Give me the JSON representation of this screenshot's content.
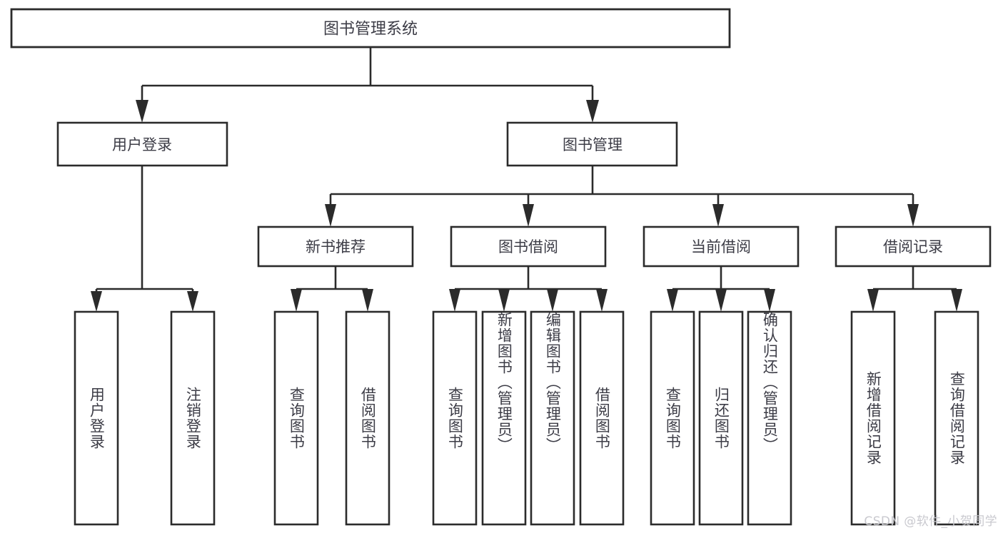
{
  "diagram": {
    "type": "tree",
    "title": "图书管理系统",
    "orientation": "top-down",
    "colors": {
      "box_stroke": "#2b2b2b",
      "box_fill": "#ffffff",
      "label_text": "#3c3c46",
      "background": "#ffffff",
      "watermark": "#c9c9cf"
    },
    "root": {
      "label": "图书管理系统",
      "id": "root-图书管理系统"
    },
    "level2": [
      {
        "id": "node-用户登录",
        "label": "用户登录"
      },
      {
        "id": "node-图书管理",
        "label": "图书管理"
      }
    ],
    "level3": [
      {
        "id": "node-新书推荐",
        "label": "新书推荐",
        "parent": "node-图书管理"
      },
      {
        "id": "node-图书借阅",
        "label": "图书借阅",
        "parent": "node-图书管理"
      },
      {
        "id": "node-当前借阅",
        "label": "当前借阅",
        "parent": "node-图书管理"
      },
      {
        "id": "node-借阅记录",
        "label": "借阅记录",
        "parent": "node-图书管理"
      }
    ],
    "leaves": [
      {
        "id": "leaf-用户登录",
        "label": "用户登录",
        "parent": "node-用户登录"
      },
      {
        "id": "leaf-注销登录",
        "label": "注销登录",
        "parent": "node-用户登录"
      },
      {
        "id": "leaf-查询图书-新书推荐",
        "label": "查询图书",
        "parent": "node-新书推荐"
      },
      {
        "id": "leaf-借阅图书-新书推荐",
        "label": "借阅图书",
        "parent": "node-新书推荐"
      },
      {
        "id": "leaf-查询图书-图书借阅",
        "label": "查询图书",
        "parent": "node-图书借阅"
      },
      {
        "id": "leaf-新增图书",
        "label": "新增图书（管理员）",
        "parent": "node-图书借阅"
      },
      {
        "id": "leaf-编辑图书",
        "label": "编辑图书（管理员）",
        "parent": "node-图书借阅"
      },
      {
        "id": "leaf-借阅图书-图书借阅",
        "label": "借阅图书",
        "parent": "node-图书借阅"
      },
      {
        "id": "leaf-查询图书-当前借阅",
        "label": "查询图书",
        "parent": "node-当前借阅"
      },
      {
        "id": "leaf-归还图书",
        "label": "归还图书",
        "parent": "node-当前借阅"
      },
      {
        "id": "leaf-确认归还",
        "label": "确认归还（管理员）",
        "parent": "node-当前借阅"
      },
      {
        "id": "leaf-新增借阅记录",
        "label": "新增借阅记录",
        "parent": "node-借阅记录"
      },
      {
        "id": "leaf-查询借阅记录",
        "label": "查询借阅记录",
        "parent": "node-借阅记录"
      }
    ]
  },
  "watermark": {
    "text": "CSDN @软件_小贺同学"
  }
}
